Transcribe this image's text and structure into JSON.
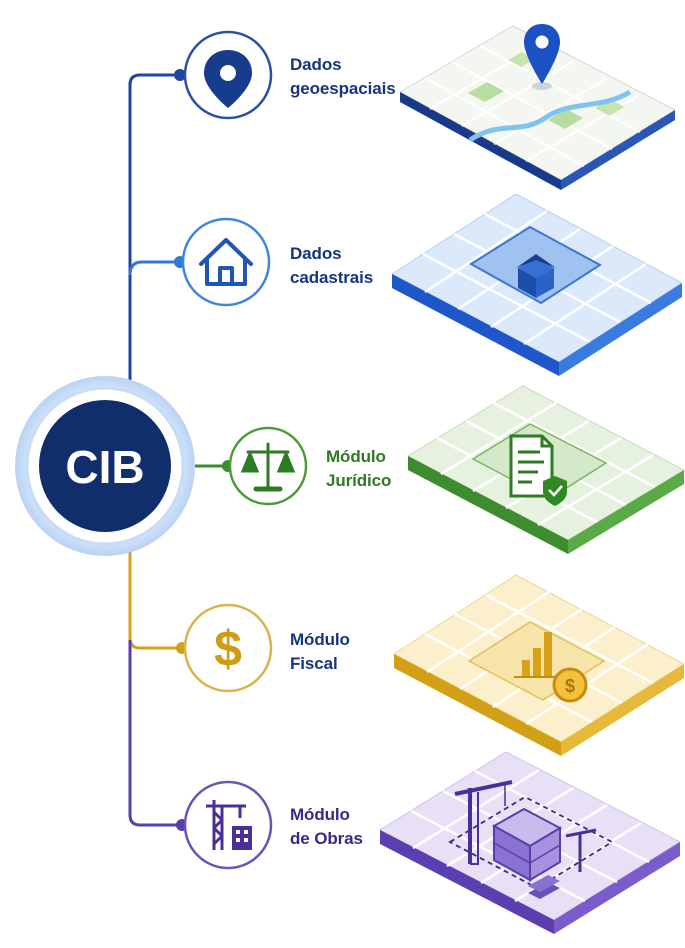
{
  "hub": {
    "label": "CIB",
    "color": "#0f2e6b"
  },
  "modules": [
    {
      "id": "geo",
      "line1": "Dados",
      "line2": "geoespaciais",
      "icon": "map-pin-icon",
      "color": "#1b3f8f",
      "tile_icon": "map-pin-icon"
    },
    {
      "id": "cadastro",
      "line1": "Dados",
      "line2": "cadastrais",
      "icon": "house-icon",
      "color": "#2a63c4",
      "tile_icon": "building-icon"
    },
    {
      "id": "juridico",
      "line1": "Módulo",
      "line2": "Jurídico",
      "icon": "scales-of-justice-icon",
      "color": "#3a8a2e",
      "tile_icon": "document-shield-icon"
    },
    {
      "id": "fiscal",
      "line1": "Módulo",
      "line2": "Fiscal",
      "icon": "dollar-sign-icon",
      "color": "#d4a017",
      "tile_icon": "bar-chart-coin-icon"
    },
    {
      "id": "obras",
      "line1": "Módulo",
      "line2": "de Obras",
      "icon": "crane-building-icon",
      "color": "#5b3fa8",
      "tile_icon": "construction-site-icon"
    }
  ]
}
